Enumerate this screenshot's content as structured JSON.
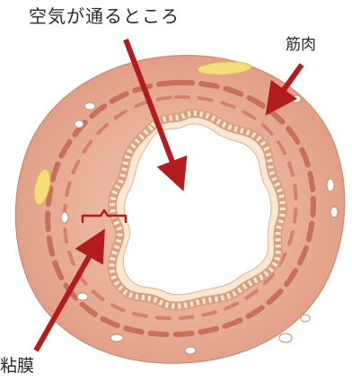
{
  "labels": {
    "airway": "空気が通るところ",
    "muscle": "筋肉",
    "mucosa": "粘膜"
  },
  "colors": {
    "outer_wall": "#e7a991",
    "mid_wall": "#e39a83",
    "inner_wall": "#ebb29b",
    "muscle_band": "#c9705c",
    "mucosa_fill": "#fce8d2",
    "mucosa_edge": "#d9a183",
    "gland_yellow": "#f3de7a",
    "arrow": "#b21c1c",
    "bracket": "#b21c1c",
    "lumen": "#ffffff"
  }
}
